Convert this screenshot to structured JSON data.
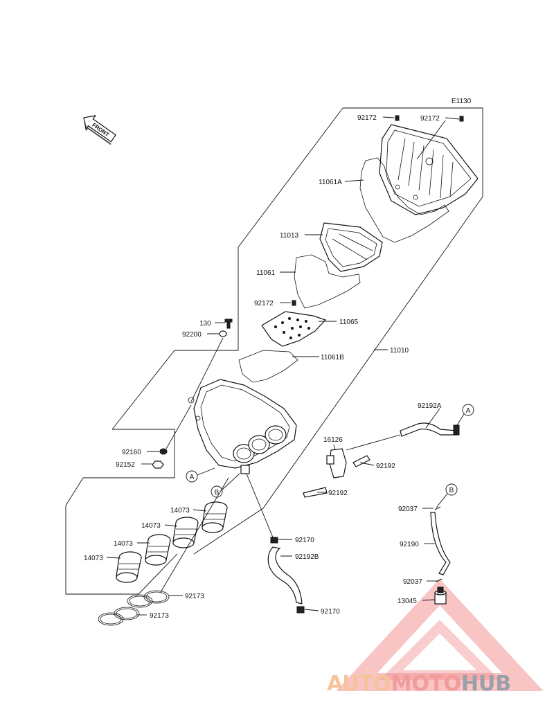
{
  "diagram_code": "E1130",
  "front_label": "FRONT",
  "parts": [
    {
      "id": "p92172a",
      "label": "92172"
    },
    {
      "id": "p92172b",
      "label": "92172"
    },
    {
      "id": "p11061A",
      "label": "11061A"
    },
    {
      "id": "p11013",
      "label": "11013"
    },
    {
      "id": "p11061",
      "label": "11061"
    },
    {
      "id": "p92172c",
      "label": "92172"
    },
    {
      "id": "p11065",
      "label": "11065"
    },
    {
      "id": "p130",
      "label": "130"
    },
    {
      "id": "p92200",
      "label": "92200"
    },
    {
      "id": "p11061B",
      "label": "11061B"
    },
    {
      "id": "p11010",
      "label": "11010"
    },
    {
      "id": "p92160",
      "label": "92160"
    },
    {
      "id": "p92152",
      "label": "92152"
    },
    {
      "id": "p92192A",
      "label": "92192A"
    },
    {
      "id": "p16126",
      "label": "16126"
    },
    {
      "id": "p92192a",
      "label": "92192"
    },
    {
      "id": "p92192b",
      "label": "92192"
    },
    {
      "id": "p14073a",
      "label": "14073"
    },
    {
      "id": "p14073b",
      "label": "14073"
    },
    {
      "id": "p14073c",
      "label": "14073"
    },
    {
      "id": "p14073d",
      "label": "14073"
    },
    {
      "id": "p92170a",
      "label": "92170"
    },
    {
      "id": "p92192B",
      "label": "92192B"
    },
    {
      "id": "p92173a",
      "label": "92173"
    },
    {
      "id": "p92173b",
      "label": "92173"
    },
    {
      "id": "p92170b",
      "label": "92170"
    },
    {
      "id": "p92037a",
      "label": "92037"
    },
    {
      "id": "p92190",
      "label": "92190"
    },
    {
      "id": "p92037b",
      "label": "92037"
    },
    {
      "id": "p13045",
      "label": "13045"
    }
  ],
  "callouts": [
    {
      "id": "cA1",
      "label": "A"
    },
    {
      "id": "cB1",
      "label": "B"
    },
    {
      "id": "cA2",
      "label": "A"
    },
    {
      "id": "cB2",
      "label": "B"
    }
  ],
  "watermark": {
    "part1": "AUTO",
    "part2": "MOTO",
    "part3": "HUB",
    "color1": "#f5b98a",
    "color2": "#f08a8a",
    "color3": "#8a8f9a",
    "triangle_color": "#f07f7f"
  }
}
